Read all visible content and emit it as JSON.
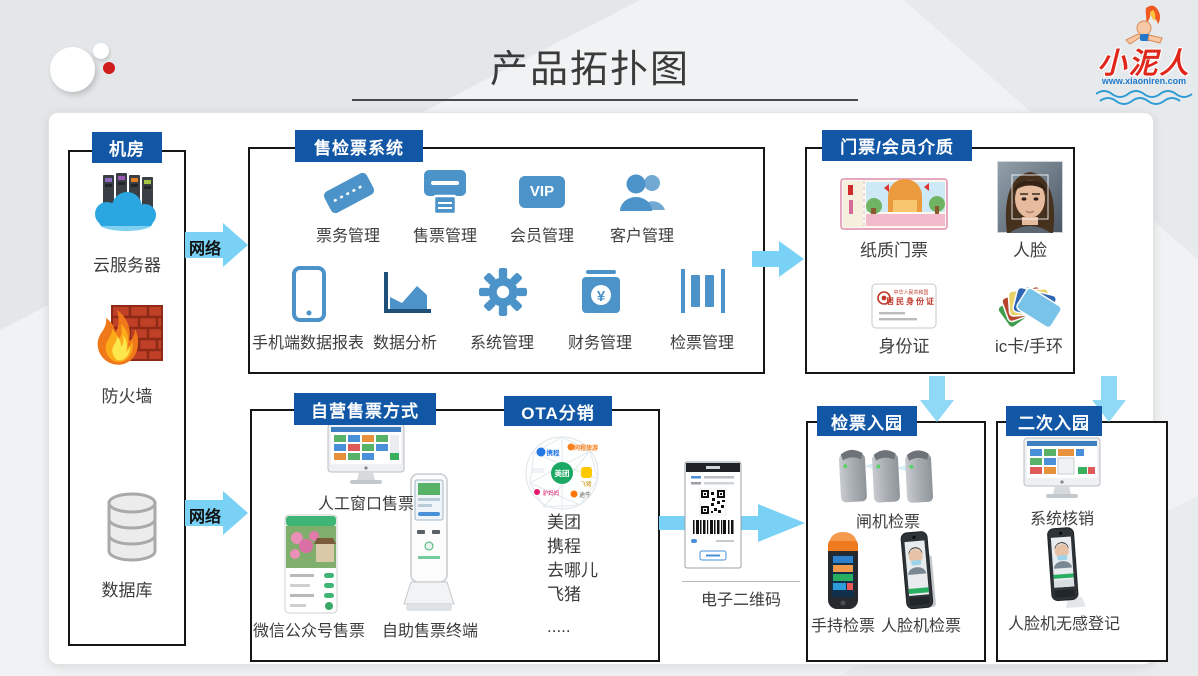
{
  "slide": {
    "title": "产品拓扑图"
  },
  "logo": {
    "brand": "小泥人",
    "website": "www.xiaoniren.com"
  },
  "network_label": "网络",
  "machine_room": {
    "header": "机房",
    "items": [
      {
        "label": "云服务器"
      },
      {
        "label": "防火墙"
      },
      {
        "label": "数据库"
      }
    ]
  },
  "ticketing_system": {
    "header": "售检票系统",
    "vip_text": "VIP",
    "finance_symbol": "¥",
    "row1": [
      {
        "label": "票务管理"
      },
      {
        "label": "售票管理"
      },
      {
        "label": "会员管理"
      },
      {
        "label": "客户管理"
      }
    ],
    "row2": [
      {
        "label": "手机端数据报表"
      },
      {
        "label": "数据分析"
      },
      {
        "label": "系统管理"
      },
      {
        "label": "财务管理"
      },
      {
        "label": "检票管理"
      }
    ]
  },
  "media": {
    "header": "门票/会员介质",
    "items": [
      {
        "label": "纸质门票"
      },
      {
        "label": "人脸"
      },
      {
        "label": "身份证"
      },
      {
        "label": "ic卡/手环"
      }
    ],
    "id_card": {
      "country": "中华人民共和国",
      "title": "居民身份证"
    }
  },
  "self_sales": {
    "header": "自营售票方式",
    "items": [
      {
        "label": "人工窗口售票"
      },
      {
        "label": "微信公众号售票"
      },
      {
        "label": "自助售票终端"
      }
    ]
  },
  "ota": {
    "header": "OTA分销",
    "channels": [
      "美团",
      "携程",
      "去哪儿",
      "飞猪",
      "....."
    ],
    "sphere_logos": [
      "美团",
      "携程",
      "同程旅游",
      "飞猪",
      "途牛",
      "驴妈妈"
    ]
  },
  "eticket": {
    "label": "电子二维码"
  },
  "entry_check": {
    "header": "检票入园",
    "items": [
      {
        "label": "闸机检票"
      },
      {
        "label": "手持检票"
      },
      {
        "label": "人脸机检票"
      }
    ]
  },
  "second_entry": {
    "header": "二次入园",
    "items": [
      {
        "label": "系统核销"
      },
      {
        "label": "人脸机无感登记"
      }
    ]
  },
  "colors": {
    "header_bg": "#1157a5",
    "arrow": "#79d2f5",
    "icon_blue": "#4b93c9",
    "accent_red": "#cf1d1d"
  }
}
